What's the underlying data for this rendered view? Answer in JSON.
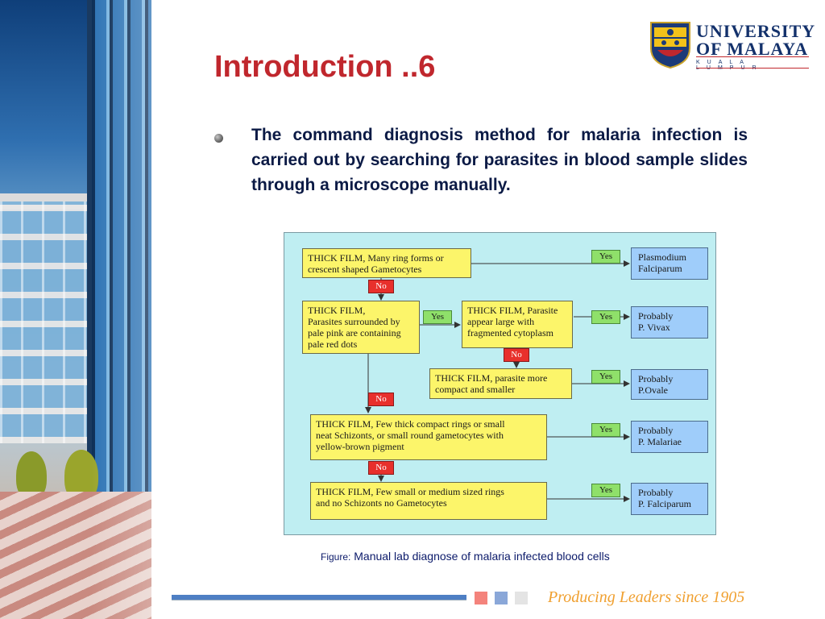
{
  "slide": {
    "title": "Introduction ..6",
    "paragraph": "The command diagnosis method for malaria infection is carried out by searching for parasites in blood sample slides through a microscope manually.",
    "caption_label": "Figure:",
    "caption_text": "Manual lab diagnose of malaria infected blood cells",
    "tagline": "Producing Leaders since 1905"
  },
  "logo": {
    "line1": "UNIVERSITY",
    "line2": "OF MALAYA",
    "line3": "KUALA LUMPUR"
  },
  "flowchart": {
    "steps": [
      "THICK FILM, Many ring forms or\ncrescent shaped Gametocytes",
      "THICK FILM,\nParasites surrounded by\npale pink are containing\npale red dots",
      "THICK FILM, Parasite\nappear large with\nfragmented cytoplasm",
      "THICK FILM, parasite more\ncompact and smaller",
      "THICK FILM, Few thick compact rings or small\nneat Schizonts, or small round gametocytes with\nyellow-brown pigment",
      "THICK FILM, Few small or medium sized rings\nand no Schizonts no Gametocytes"
    ],
    "results": [
      "Plasmodium\nFalciparum",
      "Probably\nP. Vivax",
      "Probably\nP.Ovale",
      "Probably\nP. Malariae",
      "Probably\nP. Falciparum"
    ],
    "yes_label": "Yes",
    "no_label": "No"
  },
  "colors": {
    "title": "#c0272d",
    "diagram_bg": "#bfeef2",
    "step_box": "#fcf56a",
    "result_box": "#9fcdfa",
    "yes_tag": "#8fe06a",
    "no_tag": "#e8302c",
    "tagline": "#f0a030"
  }
}
